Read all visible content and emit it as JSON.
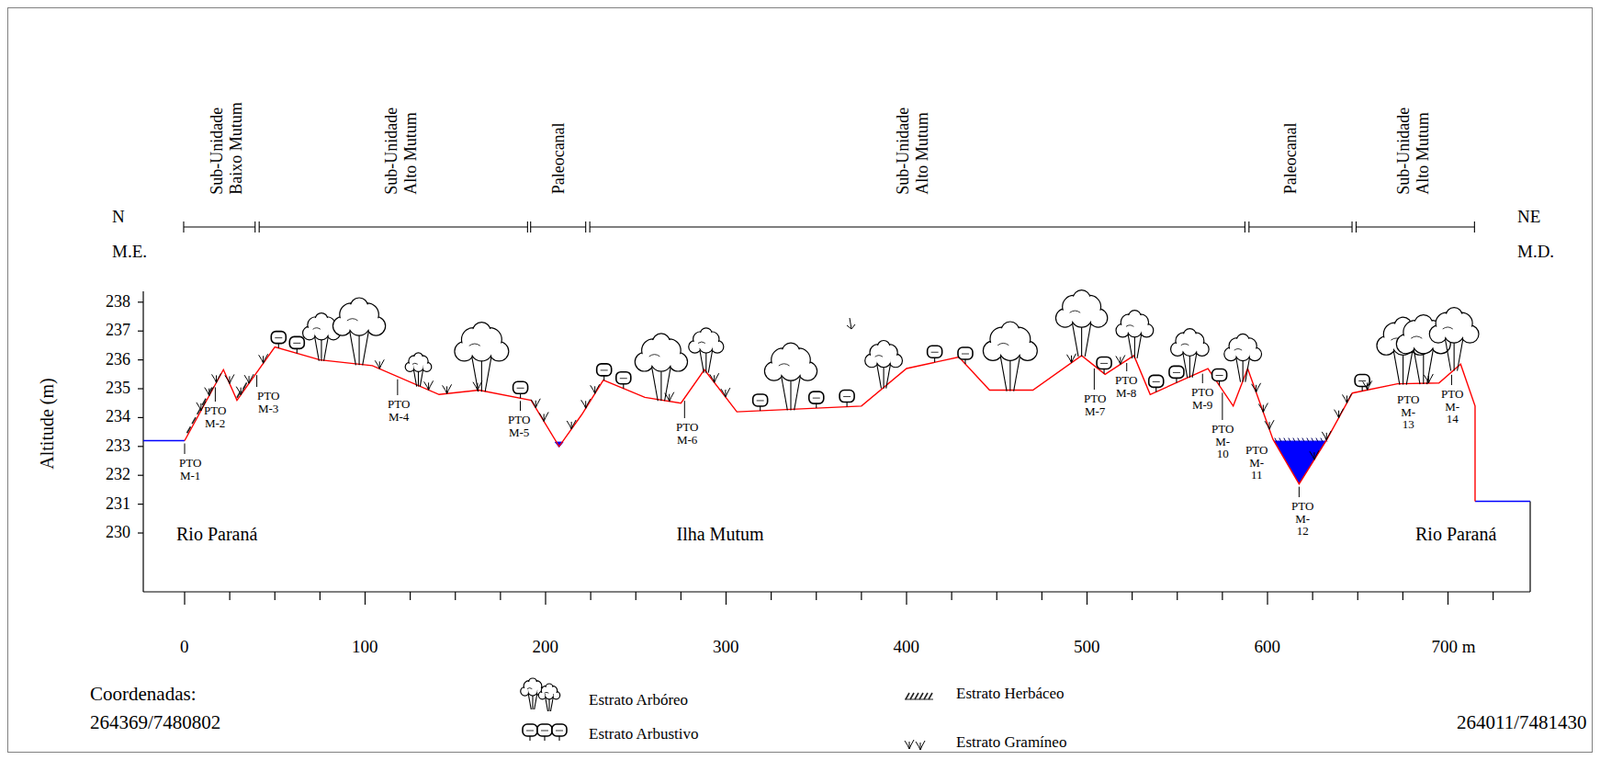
{
  "diagram": {
    "labels": [
      "Sub-Unidade Baixo Mutum",
      "Sub-Unidade Alto Mutum",
      "Paleocanal",
      "Sub-Unidade Alto Mutum",
      "Paleocanal",
      "Sub-Unidade Alto Mutum",
      "N",
      "M.E.",
      "NE",
      "M.D.",
      "238",
      "237",
      "236",
      "235",
      "234",
      "233",
      "232",
      "231",
      "230",
      "Altitude (m)",
      "0",
      "100",
      "200",
      "300",
      "400",
      "500",
      "600",
      "700 m",
      "PTO M-1",
      "PTO M-2",
      "PTO M-3",
      "PTO M-4",
      "PTO M-5",
      "PTO M-6",
      "PTO M-7",
      "PTO M-8",
      "PTO M-9",
      "PTO M-10",
      "PTO M-11",
      "PTO M-12",
      "PTO M-13",
      "PTO M-14",
      "Rio Paraná",
      "Ilha Mutum",
      "Rio Paraná",
      "Coordenadas:",
      "264369/7480802",
      "264011/7481430"
    ],
    "legend": [
      {
        "text": "Estrato Arbóreo"
      },
      {
        "text": "Estrato Arbustivo"
      },
      {
        "text": "Estrato Herbáceo"
      },
      {
        "text": "Estrato Gramíneo"
      }
    ]
  }
}
